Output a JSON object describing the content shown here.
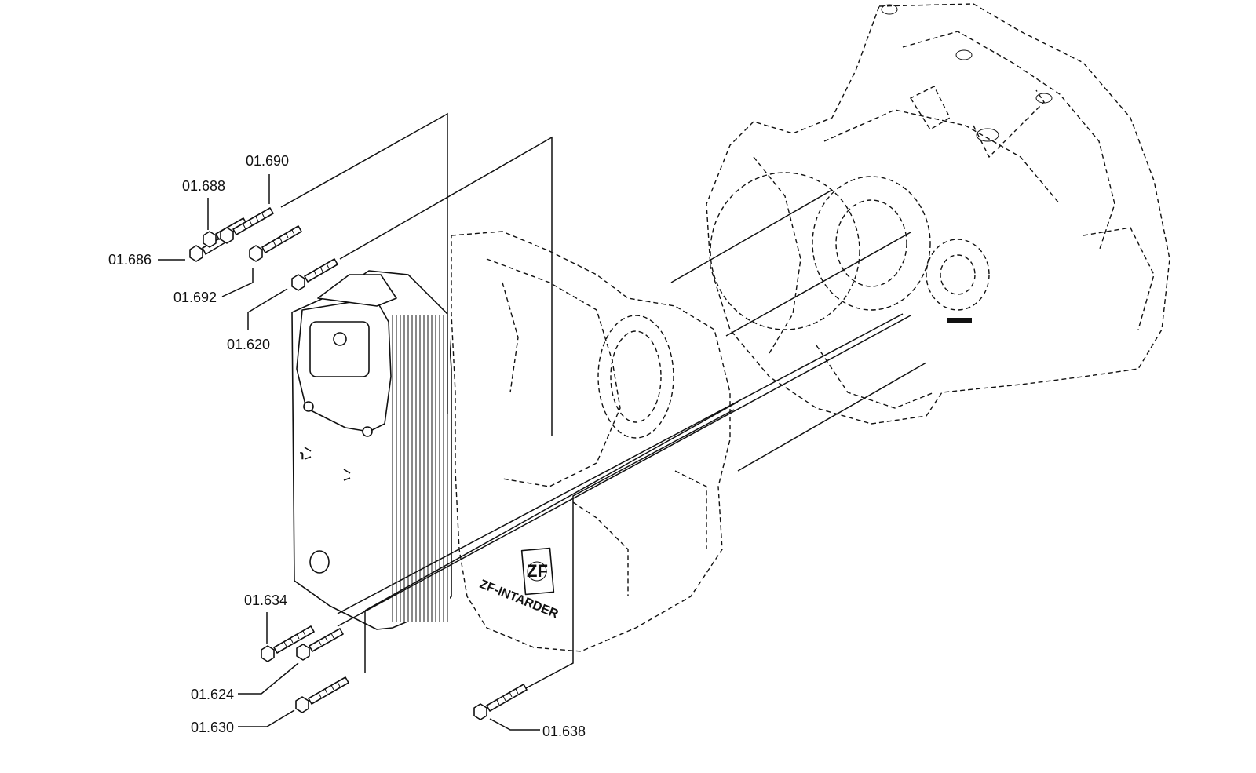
{
  "diagram": {
    "parts": [
      {
        "id": "01.686",
        "label": "01.686"
      },
      {
        "id": "01.688",
        "label": "01.688"
      },
      {
        "id": "01.690",
        "label": "01.690"
      },
      {
        "id": "01.692",
        "label": "01.692"
      },
      {
        "id": "01.620",
        "label": "01.620"
      },
      {
        "id": "01.634",
        "label": "01.634"
      },
      {
        "id": "01.624",
        "label": "01.624"
      },
      {
        "id": "01.630",
        "label": "01.630"
      },
      {
        "id": "01.638",
        "label": "01.638"
      }
    ],
    "housing_marking": "ZF-INTARDER",
    "logo_marking": "ZF"
  }
}
